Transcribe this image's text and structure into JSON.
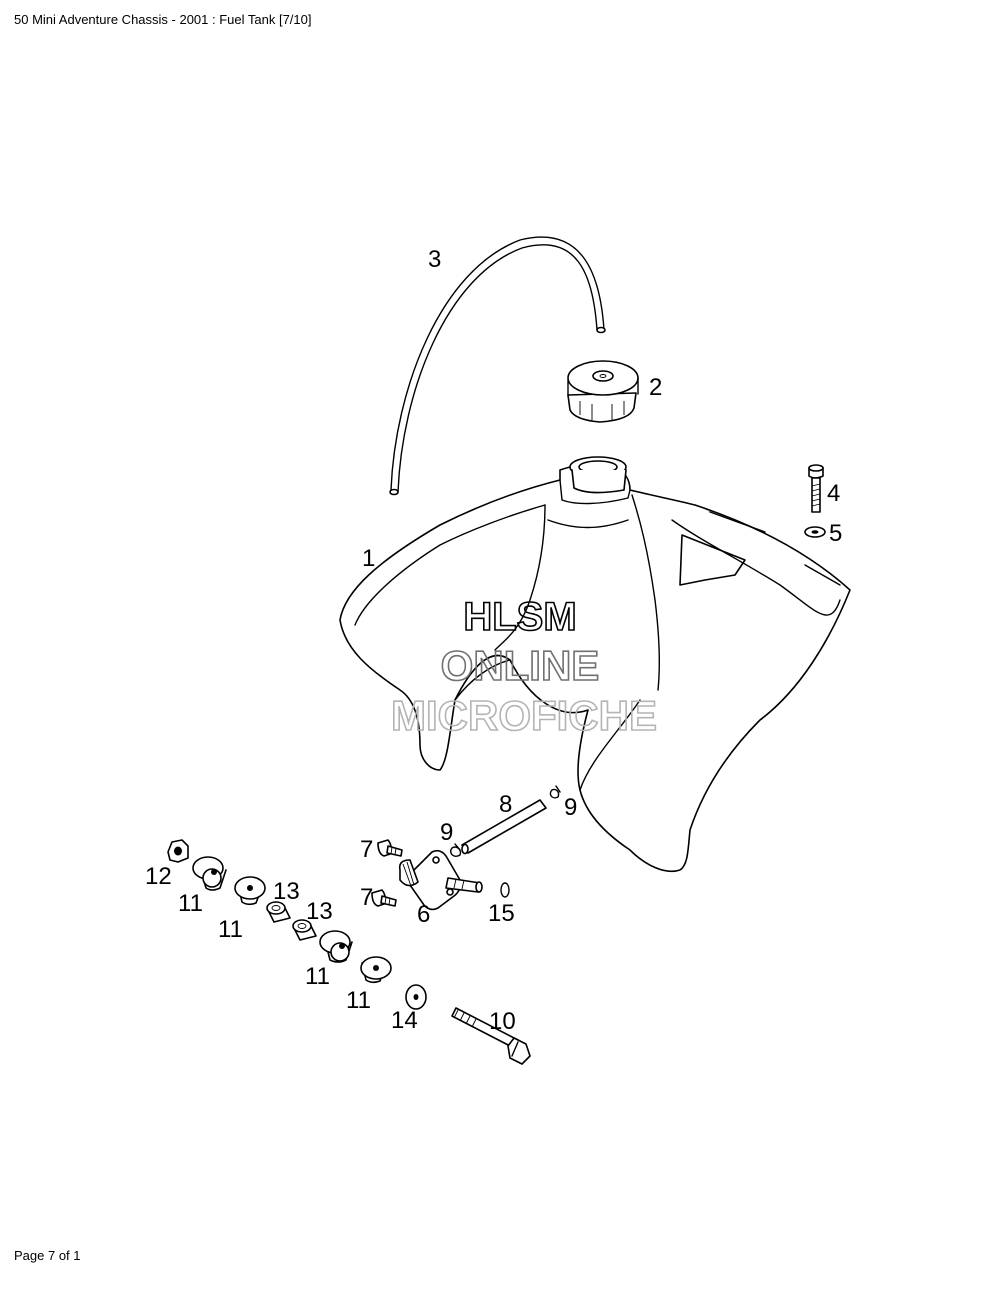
{
  "header": {
    "title": "50 Mini Adventure Chassis - 2001 : Fuel Tank [7/10]"
  },
  "footer": {
    "page_label": "Page 7 of 1"
  },
  "watermark": {
    "lines": [
      "HLSM",
      "ONLINE",
      "MICROFICHE"
    ],
    "color": "#808080"
  },
  "callouts": {
    "c1": "1",
    "c2": "2",
    "c3": "3",
    "c4": "4",
    "c5": "5",
    "c6": "6",
    "c7a": "7",
    "c7b": "7",
    "c8": "8",
    "c9a": "9",
    "c9b": "9",
    "c10": "10",
    "c11a": "11",
    "c11b": "11",
    "c11c": "11",
    "c11d": "11",
    "c12": "12",
    "c13a": "13",
    "c13b": "13",
    "c14": "14",
    "c15": "15"
  }
}
